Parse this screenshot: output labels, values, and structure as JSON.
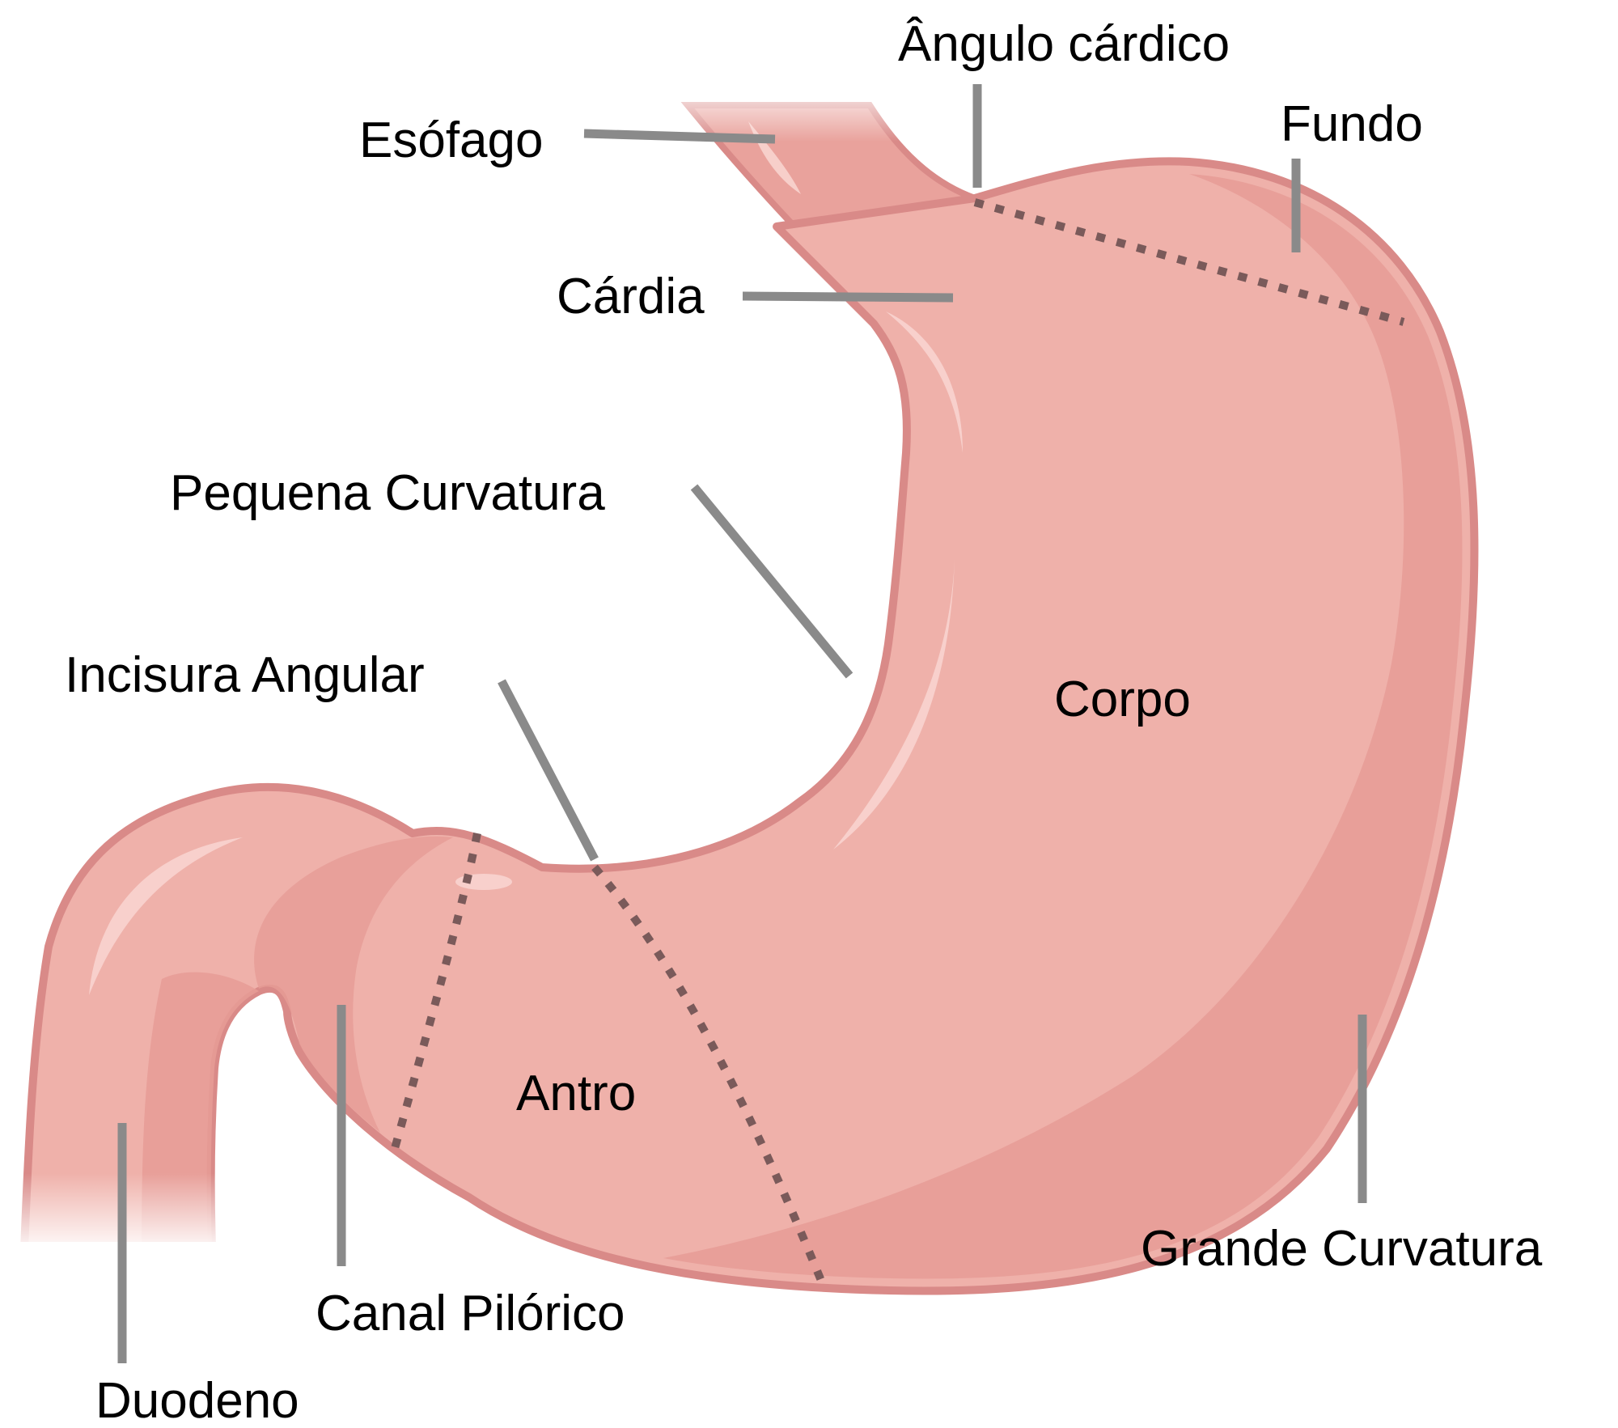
{
  "colors": {
    "stomach_fill": "#efb1aa",
    "stomach_outline": "#d98a88",
    "stomach_shade": "#e69c96",
    "highlight": "#f8d4cf",
    "leader_line": "#8a8a8a",
    "region_divider": "#7a5a5a",
    "label_text": "#000000"
  },
  "labels": {
    "angulo_cardico": "Ângulo cárdico",
    "fundo": "Fundo",
    "esofago": "Esófago",
    "cardia": "Cárdia",
    "pequena_curvatura": "Pequena Curvatura",
    "incisura_angular": "Incisura Angular",
    "corpo": "Corpo",
    "antro": "Antro",
    "canal_pilorico": "Canal Pilórico",
    "grande_curvatura": "Grande Curvatura",
    "duodeno": "Duodeno"
  }
}
